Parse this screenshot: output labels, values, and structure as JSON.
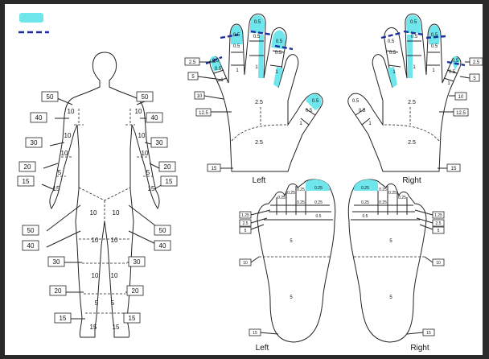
{
  "legend": {
    "highlight_color": "#6fe6ec",
    "dashed_line_color": "#1b2fa0"
  },
  "body": {
    "left_boxes": [
      "50",
      "40",
      "30",
      "20",
      "15",
      "50",
      "40",
      "30",
      "20",
      "15"
    ],
    "right_boxes": [
      "50",
      "40",
      "30",
      "20",
      "15",
      "50",
      "40",
      "30",
      "20",
      "15"
    ],
    "arm_values": [
      "10",
      "10",
      "10",
      "5",
      "15",
      "10",
      "10",
      "10",
      "5",
      "15"
    ],
    "leg_values": [
      "10",
      "10",
      "10",
      "10",
      "10",
      "10",
      "5",
      "5",
      "15",
      "15"
    ]
  },
  "hands": {
    "left_title": "Left",
    "right_title": "Right",
    "left_boxes": [
      "2.5",
      "5",
      "10",
      "12.5",
      "15"
    ],
    "right_boxes": [
      "2.5",
      "5",
      "10",
      "12.5",
      "15"
    ],
    "finger_tip": "0.5",
    "finger_mid": "0.5",
    "finger_base": "1",
    "thumb_values": [
      "0.5",
      "0.5",
      "1"
    ],
    "palm_values": [
      "2.5",
      "2.5"
    ],
    "highlight_color": "#6fe6ec"
  },
  "feet": {
    "left_title": "Left",
    "right_title": "Right",
    "big_toe": "0.25",
    "small_toe": "0.25",
    "toe_base": "0.25",
    "ball": "0.5",
    "arch": "5",
    "heel": "5",
    "left_boxes": [
      "1.25",
      "2.5",
      "5",
      "10",
      "15"
    ],
    "right_boxes": [
      "1.25",
      "2.5",
      "5",
      "10",
      "15"
    ]
  }
}
